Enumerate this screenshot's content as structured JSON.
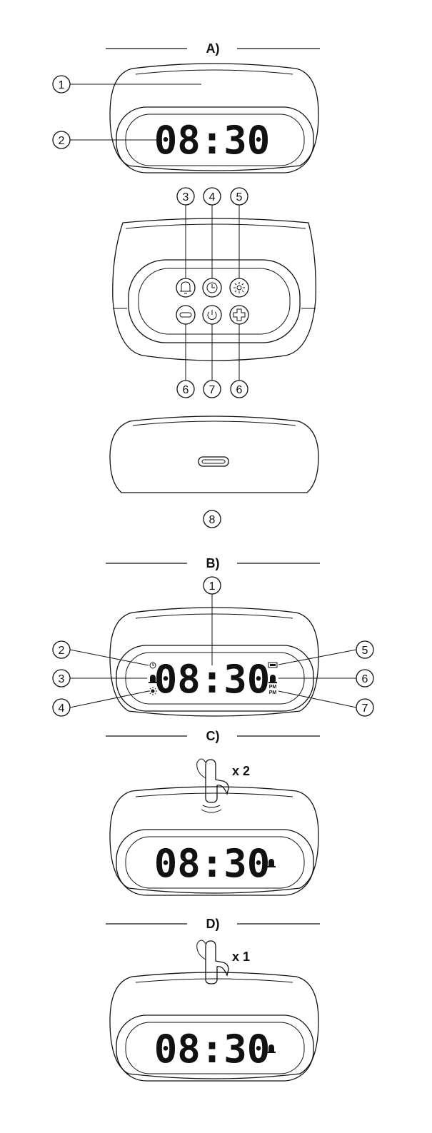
{
  "sections": {
    "a": {
      "label": "A)"
    },
    "b": {
      "label": "B)"
    },
    "c": {
      "label": "C)",
      "tap_count": "x 2"
    },
    "d": {
      "label": "D)",
      "tap_count": "x 1"
    }
  },
  "display": {
    "time": "08:30",
    "pm_text": "PM"
  },
  "callouts_a": [
    "1",
    "2",
    "3",
    "4",
    "5",
    "6",
    "7",
    "6",
    "8"
  ],
  "callouts_b": [
    "1",
    "2",
    "3",
    "4",
    "5",
    "6",
    "7"
  ]
}
